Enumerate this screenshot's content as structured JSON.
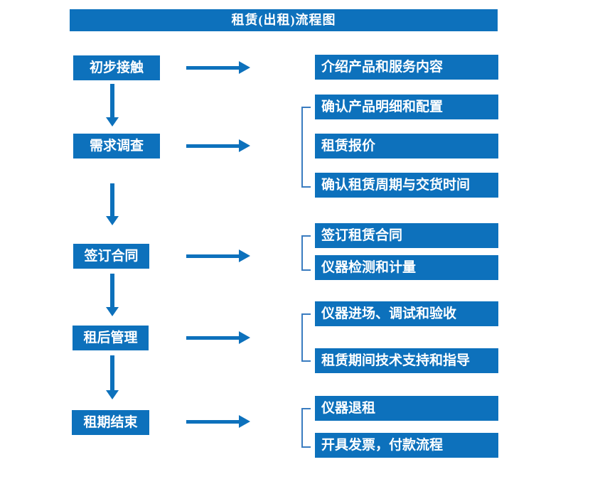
{
  "title": "租赁(出租)流程图",
  "colors": {
    "primary_blue": "#0d71bc",
    "bracket_blue": "#3a7cc0",
    "text": "#ffffff",
    "background": "#ffffff"
  },
  "steps": [
    {
      "label": "初步接触"
    },
    {
      "label": "需求调查"
    },
    {
      "label": "签订合同"
    },
    {
      "label": "租后管理"
    },
    {
      "label": "租期结束"
    }
  ],
  "detail_groups": [
    {
      "items": [
        "介绍产品和服务内容"
      ]
    },
    {
      "items": [
        "确认产品明细和配置",
        "租赁报价",
        "确认租赁周期与交货时间"
      ]
    },
    {
      "items": [
        "签订租赁合同",
        "仪器检测和计量"
      ]
    },
    {
      "items": [
        "仪器进场、调试和验收",
        "租赁期间技术支持和指导"
      ]
    },
    {
      "items": [
        "仪器退租",
        "开具发票，付款流程"
      ]
    }
  ]
}
